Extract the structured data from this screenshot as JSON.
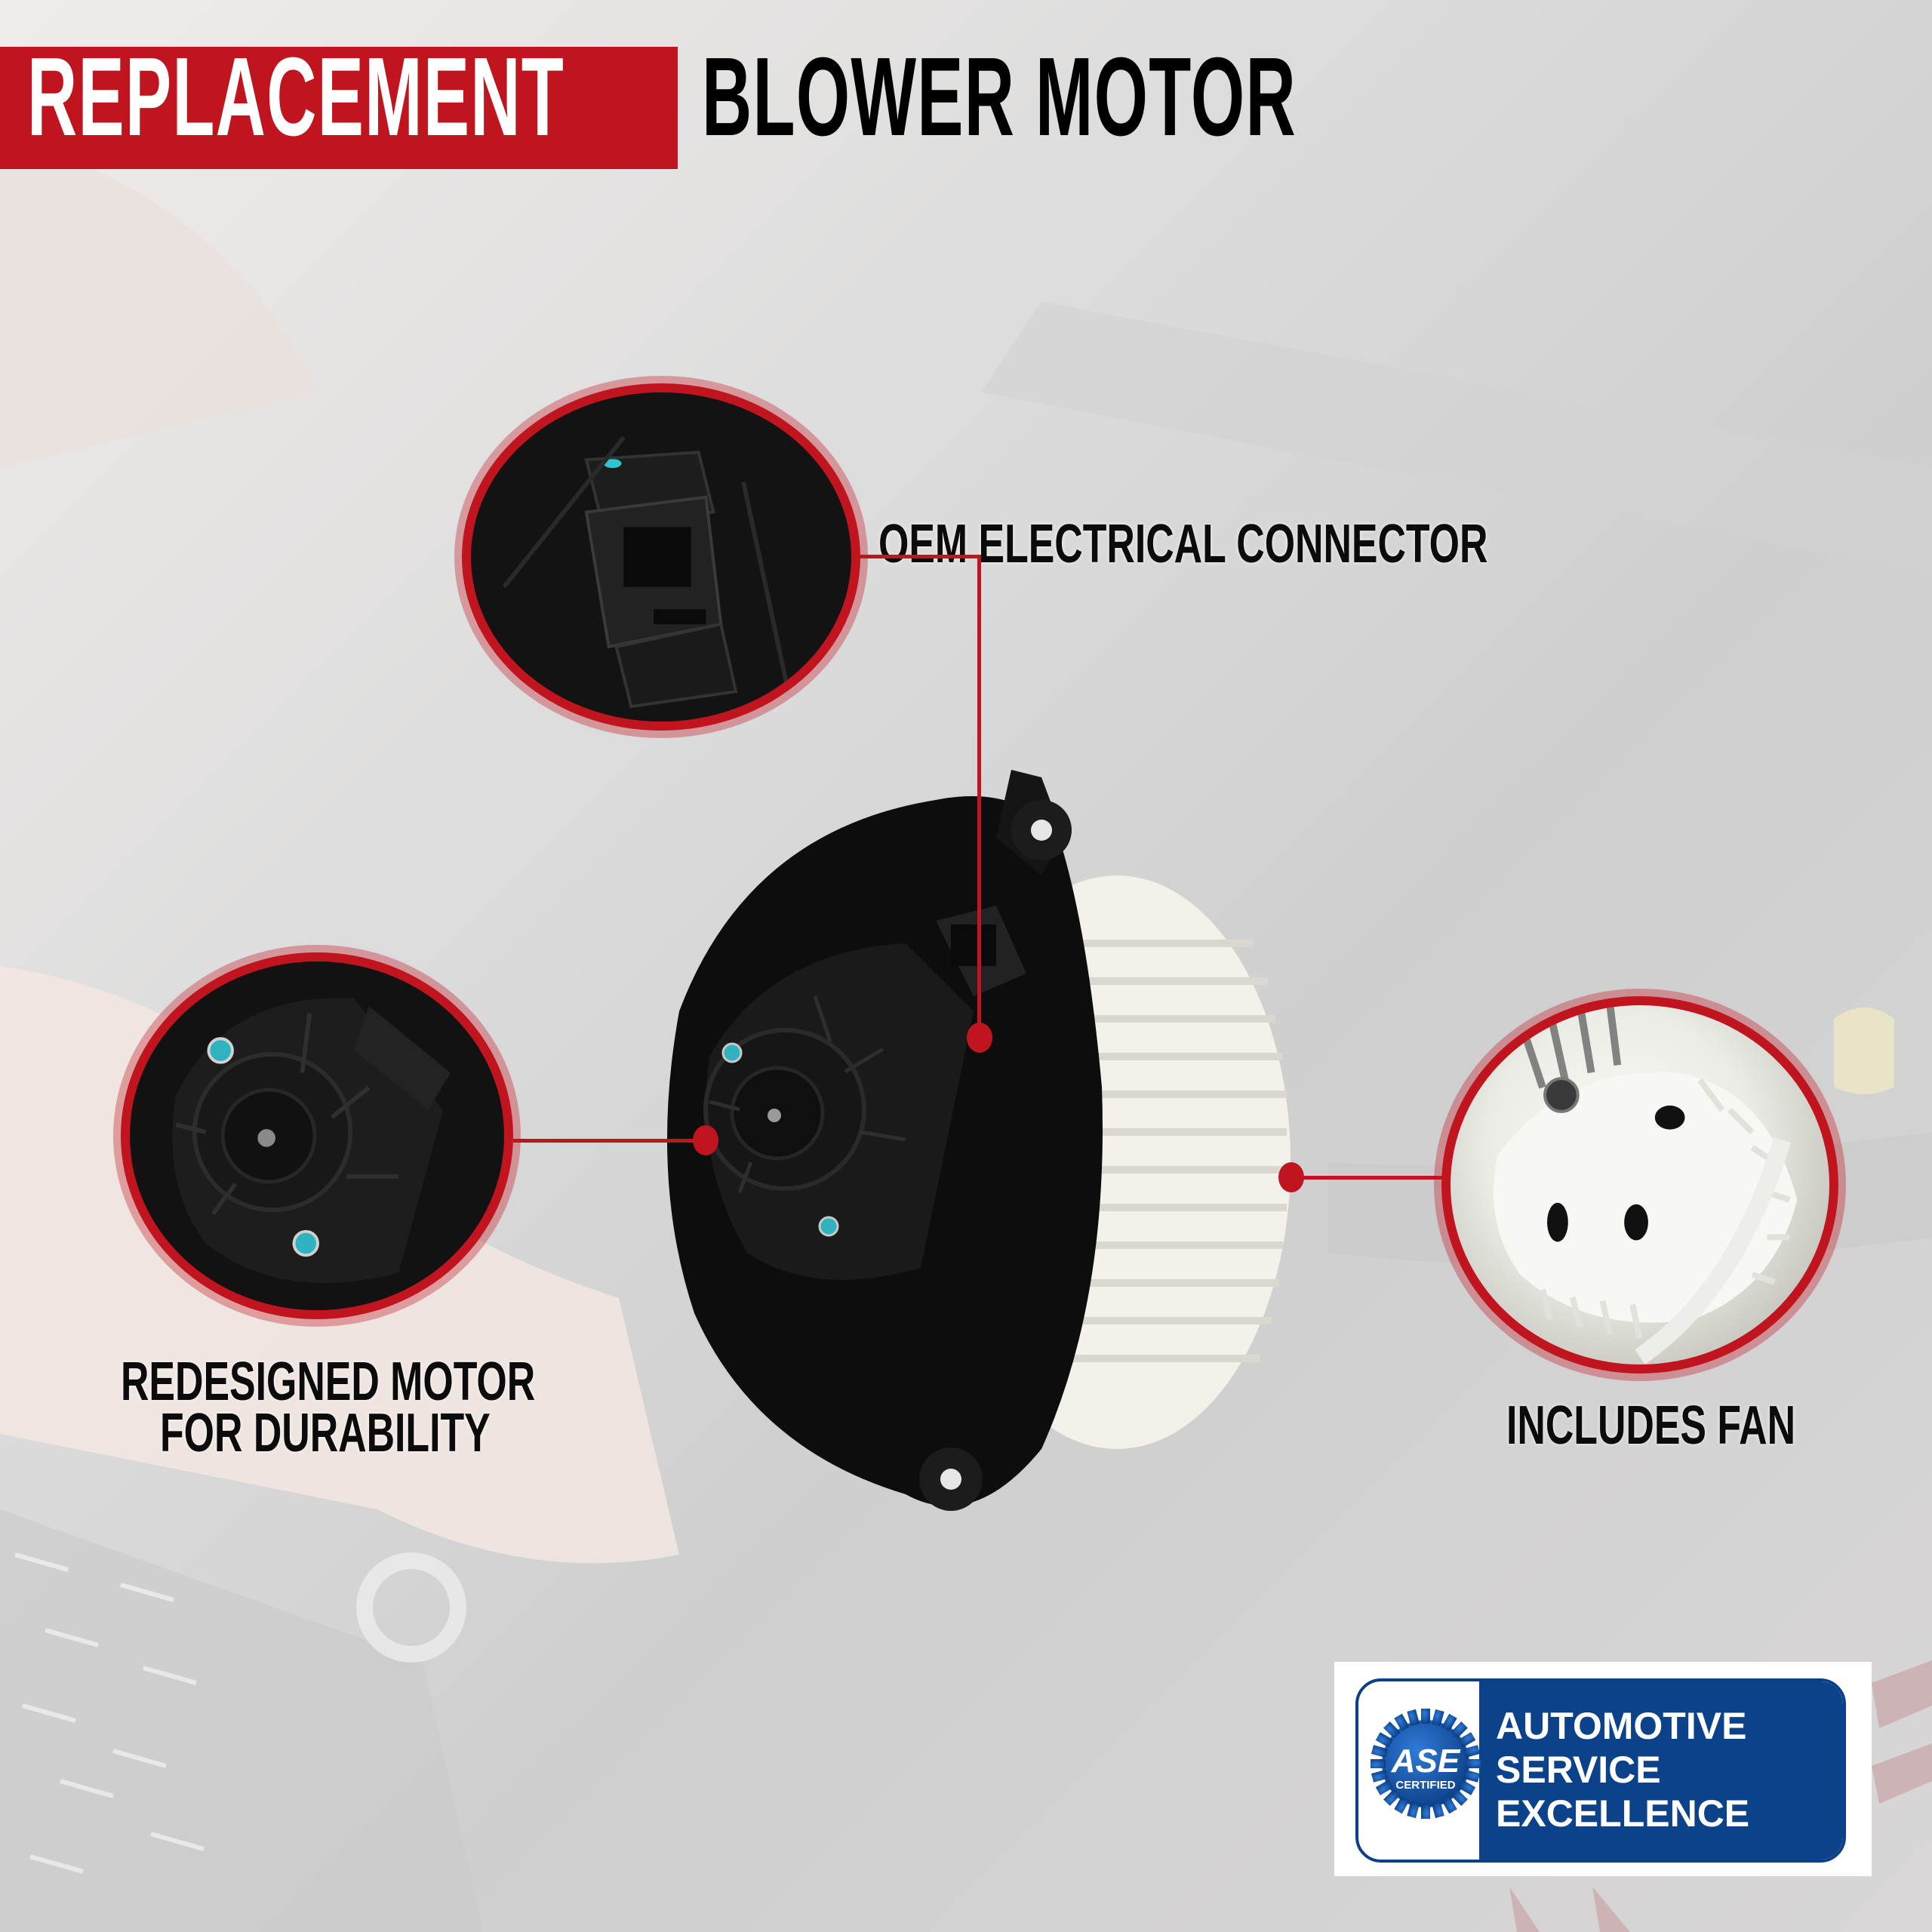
{
  "header": {
    "title_highlight": "REPLACEMENT",
    "title_rest": "BLOWER MOTOR"
  },
  "callouts": [
    {
      "id": "connector",
      "label": "OEM ELECTRICAL CONNECTOR",
      "icon": "electrical-connector-closeup"
    },
    {
      "id": "motor",
      "label_line1": "REDESIGNED MOTOR",
      "label_line2": "FOR DURABILITY",
      "icon": "motor-hub-closeup"
    },
    {
      "id": "fan",
      "label": "INCLUDES FAN",
      "icon": "squirrel-cage-fan-closeup"
    }
  ],
  "badge": {
    "logo_text": "ASE",
    "logo_subtext": "CERTIFIED",
    "line1": "AUTOMOTIVE",
    "line2": "SERVICE",
    "line3": "EXCELLENCE"
  },
  "colors": {
    "accent_red": "#c0141f",
    "badge_blue": "#0b4289",
    "text_black": "#0b0b0b",
    "screw_cyan": "#2fb3c0"
  }
}
